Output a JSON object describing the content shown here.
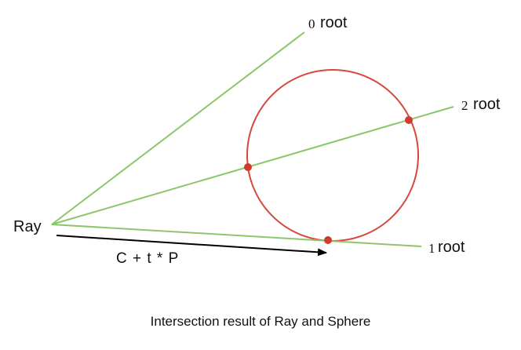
{
  "labels": {
    "ray": "Ray",
    "formula": "C + t * P",
    "root0_num": "0",
    "root0_word": "root",
    "root1_num": "1",
    "root1_word": "root",
    "root2_num": "2",
    "root2_word": "root"
  },
  "caption": "Intersection result of Ray and Sphere",
  "colors": {
    "ray_lines": "#8cc66b",
    "sphere": "#d8473b",
    "intersection_points": "#d23a2e",
    "direction_arrow": "#000000",
    "text": "#111111"
  }
}
